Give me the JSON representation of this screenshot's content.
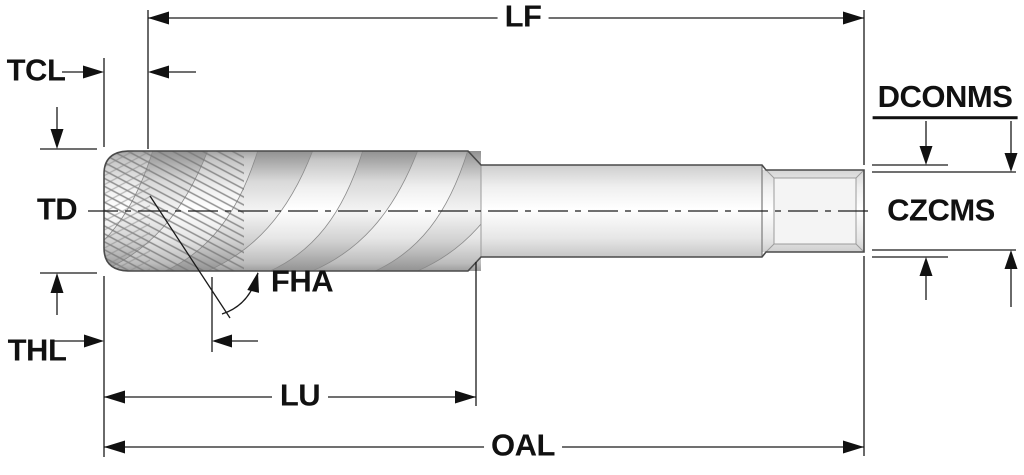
{
  "diagram": {
    "type": "technical-drawing",
    "subject": "spiral-flute tap side view with dimension callouts",
    "labels": {
      "lf": "LF",
      "tcl": "TCL",
      "td": "TD",
      "fha": "FHA",
      "thl": "THL",
      "lu": "LU",
      "oal": "OAL",
      "dconms": "DCONMS",
      "czcms": "CZCMS"
    },
    "colors": {
      "line": "#1a1a1a",
      "outline": "#4a4a4a",
      "metal_dark": "#9f9f9f",
      "metal_light": "#ffffff",
      "background": "#ffffff"
    }
  }
}
